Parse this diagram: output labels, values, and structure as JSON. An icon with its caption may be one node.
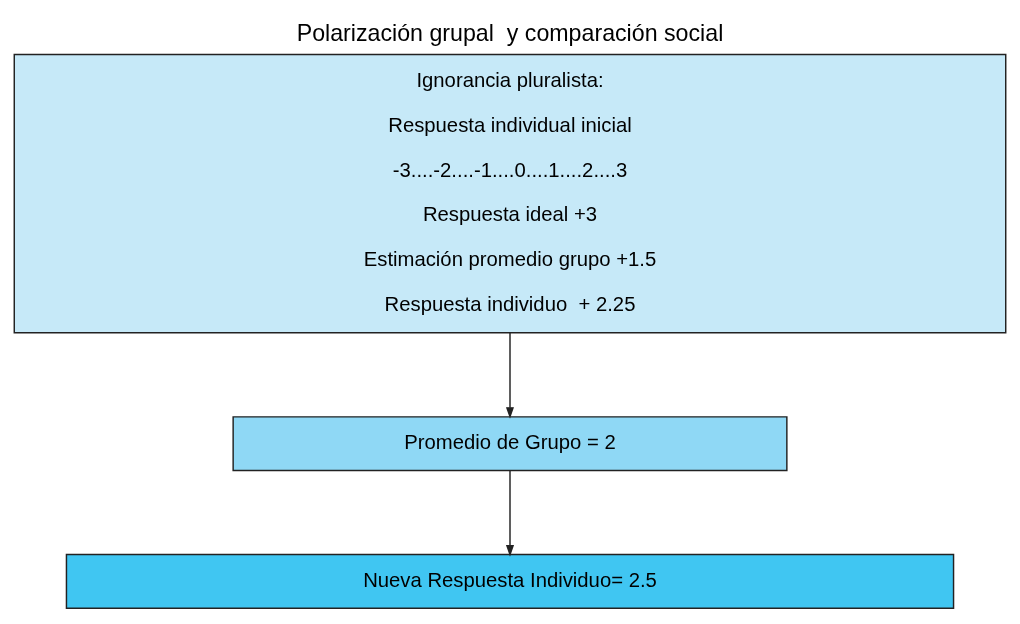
{
  "diagram": {
    "title": "Polarización grupal  y comparación social",
    "nodes": [
      {
        "text": [
          "Ignorancia pluralista:",
          "Respuesta individual inicial",
          "-3....-2....-1....0....1....2....3",
          "Respuesta ideal +3",
          "Estimación promedio grupo +1.5",
          "Respuesta individuo  + 2.25"
        ]
      },
      {
        "text": [
          "Promedio de Grupo = 2"
        ]
      },
      {
        "text": [
          "Nueva Respuesta Individuo= 2.5"
        ]
      }
    ],
    "edges": [
      {
        "from": 0,
        "to": 1,
        "arrow": "to"
      },
      {
        "from": 1,
        "to": 2,
        "arrow": "to"
      }
    ]
  }
}
